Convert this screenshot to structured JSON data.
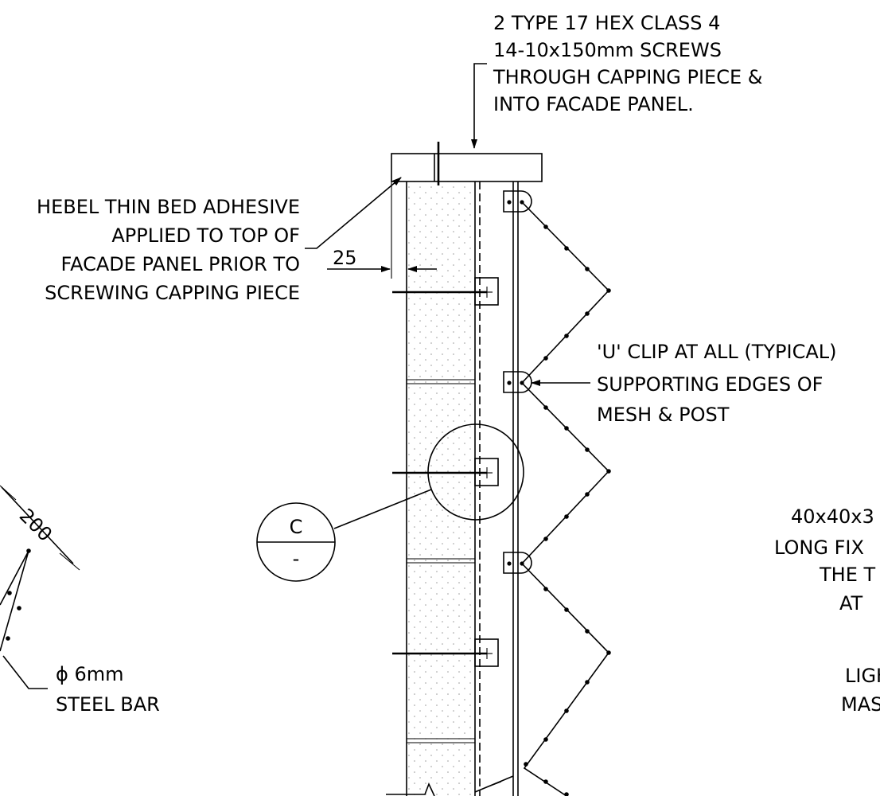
{
  "notes": {
    "screws": [
      "2 TYPE 17 HEX CLASS 4",
      "14-10x150mm SCREWS",
      "THROUGH CAPPING PIECE &",
      "INTO FACADE PANEL."
    ],
    "adhesive": [
      "HEBEL THIN BED ADHESIVE",
      "APPLIED TO TOP OF",
      "FACADE PANEL PRIOR TO",
      "SCREWING CAPPING PIECE"
    ],
    "uclip": [
      "'U' CLIP AT ALL (TYPICAL)",
      "SUPPORTING EDGES OF",
      "MESH & POST"
    ],
    "steel_bar": [
      "ϕ 6mm",
      "STEEL BAR"
    ],
    "right_partial": [
      "40x40x3",
      "LONG FIX",
      "THE T",
      "AT",
      "LIGH",
      "MAS"
    ]
  },
  "dimensions": {
    "capping_offset": "25",
    "mesh_spacing": "200"
  },
  "detail_callout": {
    "letter": "C",
    "sheet": "-"
  },
  "colors": {
    "line": "#000000",
    "background": "#ffffff",
    "stipple": "#9a9a9a"
  }
}
